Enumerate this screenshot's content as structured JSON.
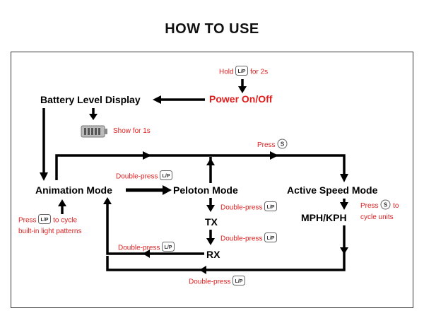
{
  "title": "HOW TO USE",
  "nodes": {
    "battery": "Battery Level  Display",
    "power": "Power On/Off",
    "animation": "Animation Mode",
    "peloton": "Peloton Mode",
    "active_speed": "Active Speed Mode",
    "mph_kph": "MPH/KPH",
    "tx": "TX",
    "rx": "RX"
  },
  "hints": {
    "hold_pre": "Hold",
    "hold_post": "for 2s",
    "show_1s": "Show for 1s",
    "press_s": "Press",
    "double_press": "Double-press",
    "press_cycle_pre": "Press",
    "press_cycle_post": "to cycle",
    "press_cycle_line2": "built-in light patterns",
    "press_units_pre": "Press",
    "press_units_post": "to",
    "press_units_line2": "cycle  units"
  },
  "keys": {
    "lp": "L/P",
    "s": "S"
  },
  "colors": {
    "accent": "#e11d1d",
    "line": "#000000"
  }
}
